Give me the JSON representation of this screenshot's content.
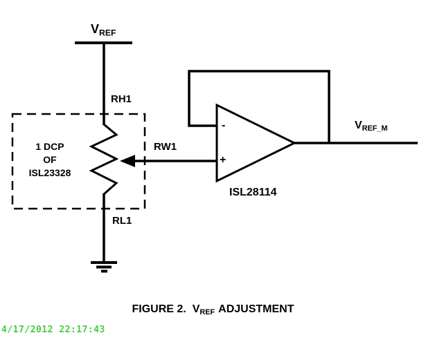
{
  "figure": {
    "caption_prefix": "FIGURE 2.",
    "caption_v": "V",
    "caption_v_sub": "REF",
    "caption_suffix": "ADJUSTMENT"
  },
  "labels": {
    "vref_main": "V",
    "vref_sub": "REF",
    "vrefm_main": "V",
    "vrefm_sub": "REF_M",
    "rh1": "RH1",
    "rw1": "RW1",
    "rl1": "RL1",
    "dcp_line1": "1 DCP",
    "dcp_line2": "OF",
    "dcp_line3": "ISL23328",
    "opamp_part": "ISL28114",
    "opamp_minus": "-",
    "opamp_plus": "+"
  },
  "timestamp": {
    "text": "4/17/2012 22:17:43",
    "color": "#44CC44"
  },
  "colors": {
    "line": "#000000",
    "background": "#FFFFFF"
  }
}
